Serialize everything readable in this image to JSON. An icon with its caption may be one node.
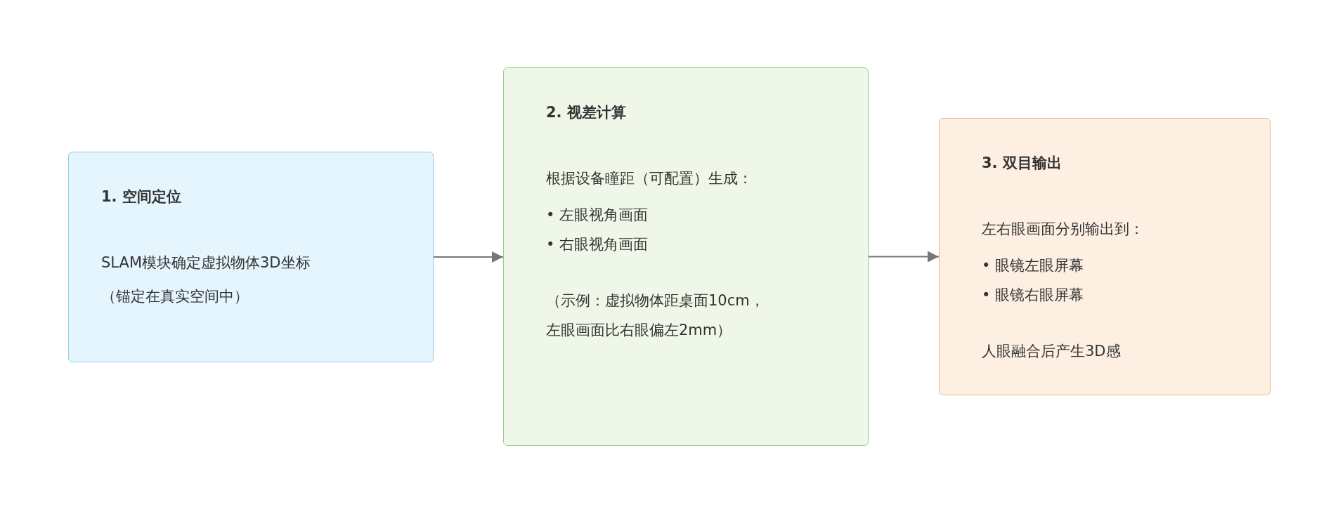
{
  "diagram": {
    "nodes": [
      {
        "text": [
          "1. 空间定位",
          "SLAM模块确定虚拟物体3D坐标",
          "（锚定在真实空间中）"
        ]
      },
      {
        "text": [
          "2. 视差计算",
          "根据设备瞳距（可配置）生成：",
          "• 左眼视角画面",
          "• 右眼视角画面",
          "（示例：虚拟物体距桌面10cm，左眼画面比右眼偏左2mm）"
        ]
      },
      {
        "text": [
          "3. 双目输出",
          "左右眼画面分别输出到：",
          "• 眼镜左眼屏幕",
          "• 眼镜右眼屏幕",
          "人眼融合后产生3D感"
        ]
      }
    ],
    "edges": [
      {
        "from": 0,
        "to": 1,
        "arrow": "to"
      },
      {
        "from": 1,
        "to": 2,
        "arrow": "to"
      }
    ]
  }
}
